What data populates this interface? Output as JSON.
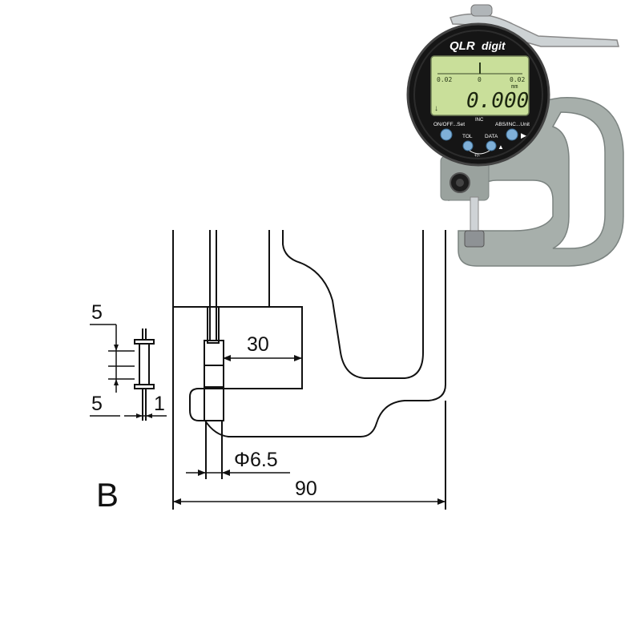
{
  "drawing": {
    "view_label": "B",
    "dimensions": {
      "overall_width": "90",
      "depth": "30",
      "anvil_diameter": "Φ6.5",
      "detail_top": "5",
      "detail_bottom": "5",
      "detail_width": "1"
    }
  },
  "gauge": {
    "brand": "QLR",
    "brand_script": "digit",
    "display": {
      "reading": "0.000",
      "scale_left": "0.02",
      "scale_center": "0",
      "scale_right": "0.02",
      "unit": "mm",
      "mode": "INC"
    },
    "buttons": {
      "on_off": "ON/OFF...Set",
      "abs_inc": "ABS/INC...Unit",
      "tol": "TOL",
      "data": "DATA",
      "plus_minus": "+/-"
    },
    "colors": {
      "lcd": "#c9df9a",
      "bezel": "#151515",
      "frame": "#a7afab",
      "button": "#7fb0d8"
    }
  }
}
